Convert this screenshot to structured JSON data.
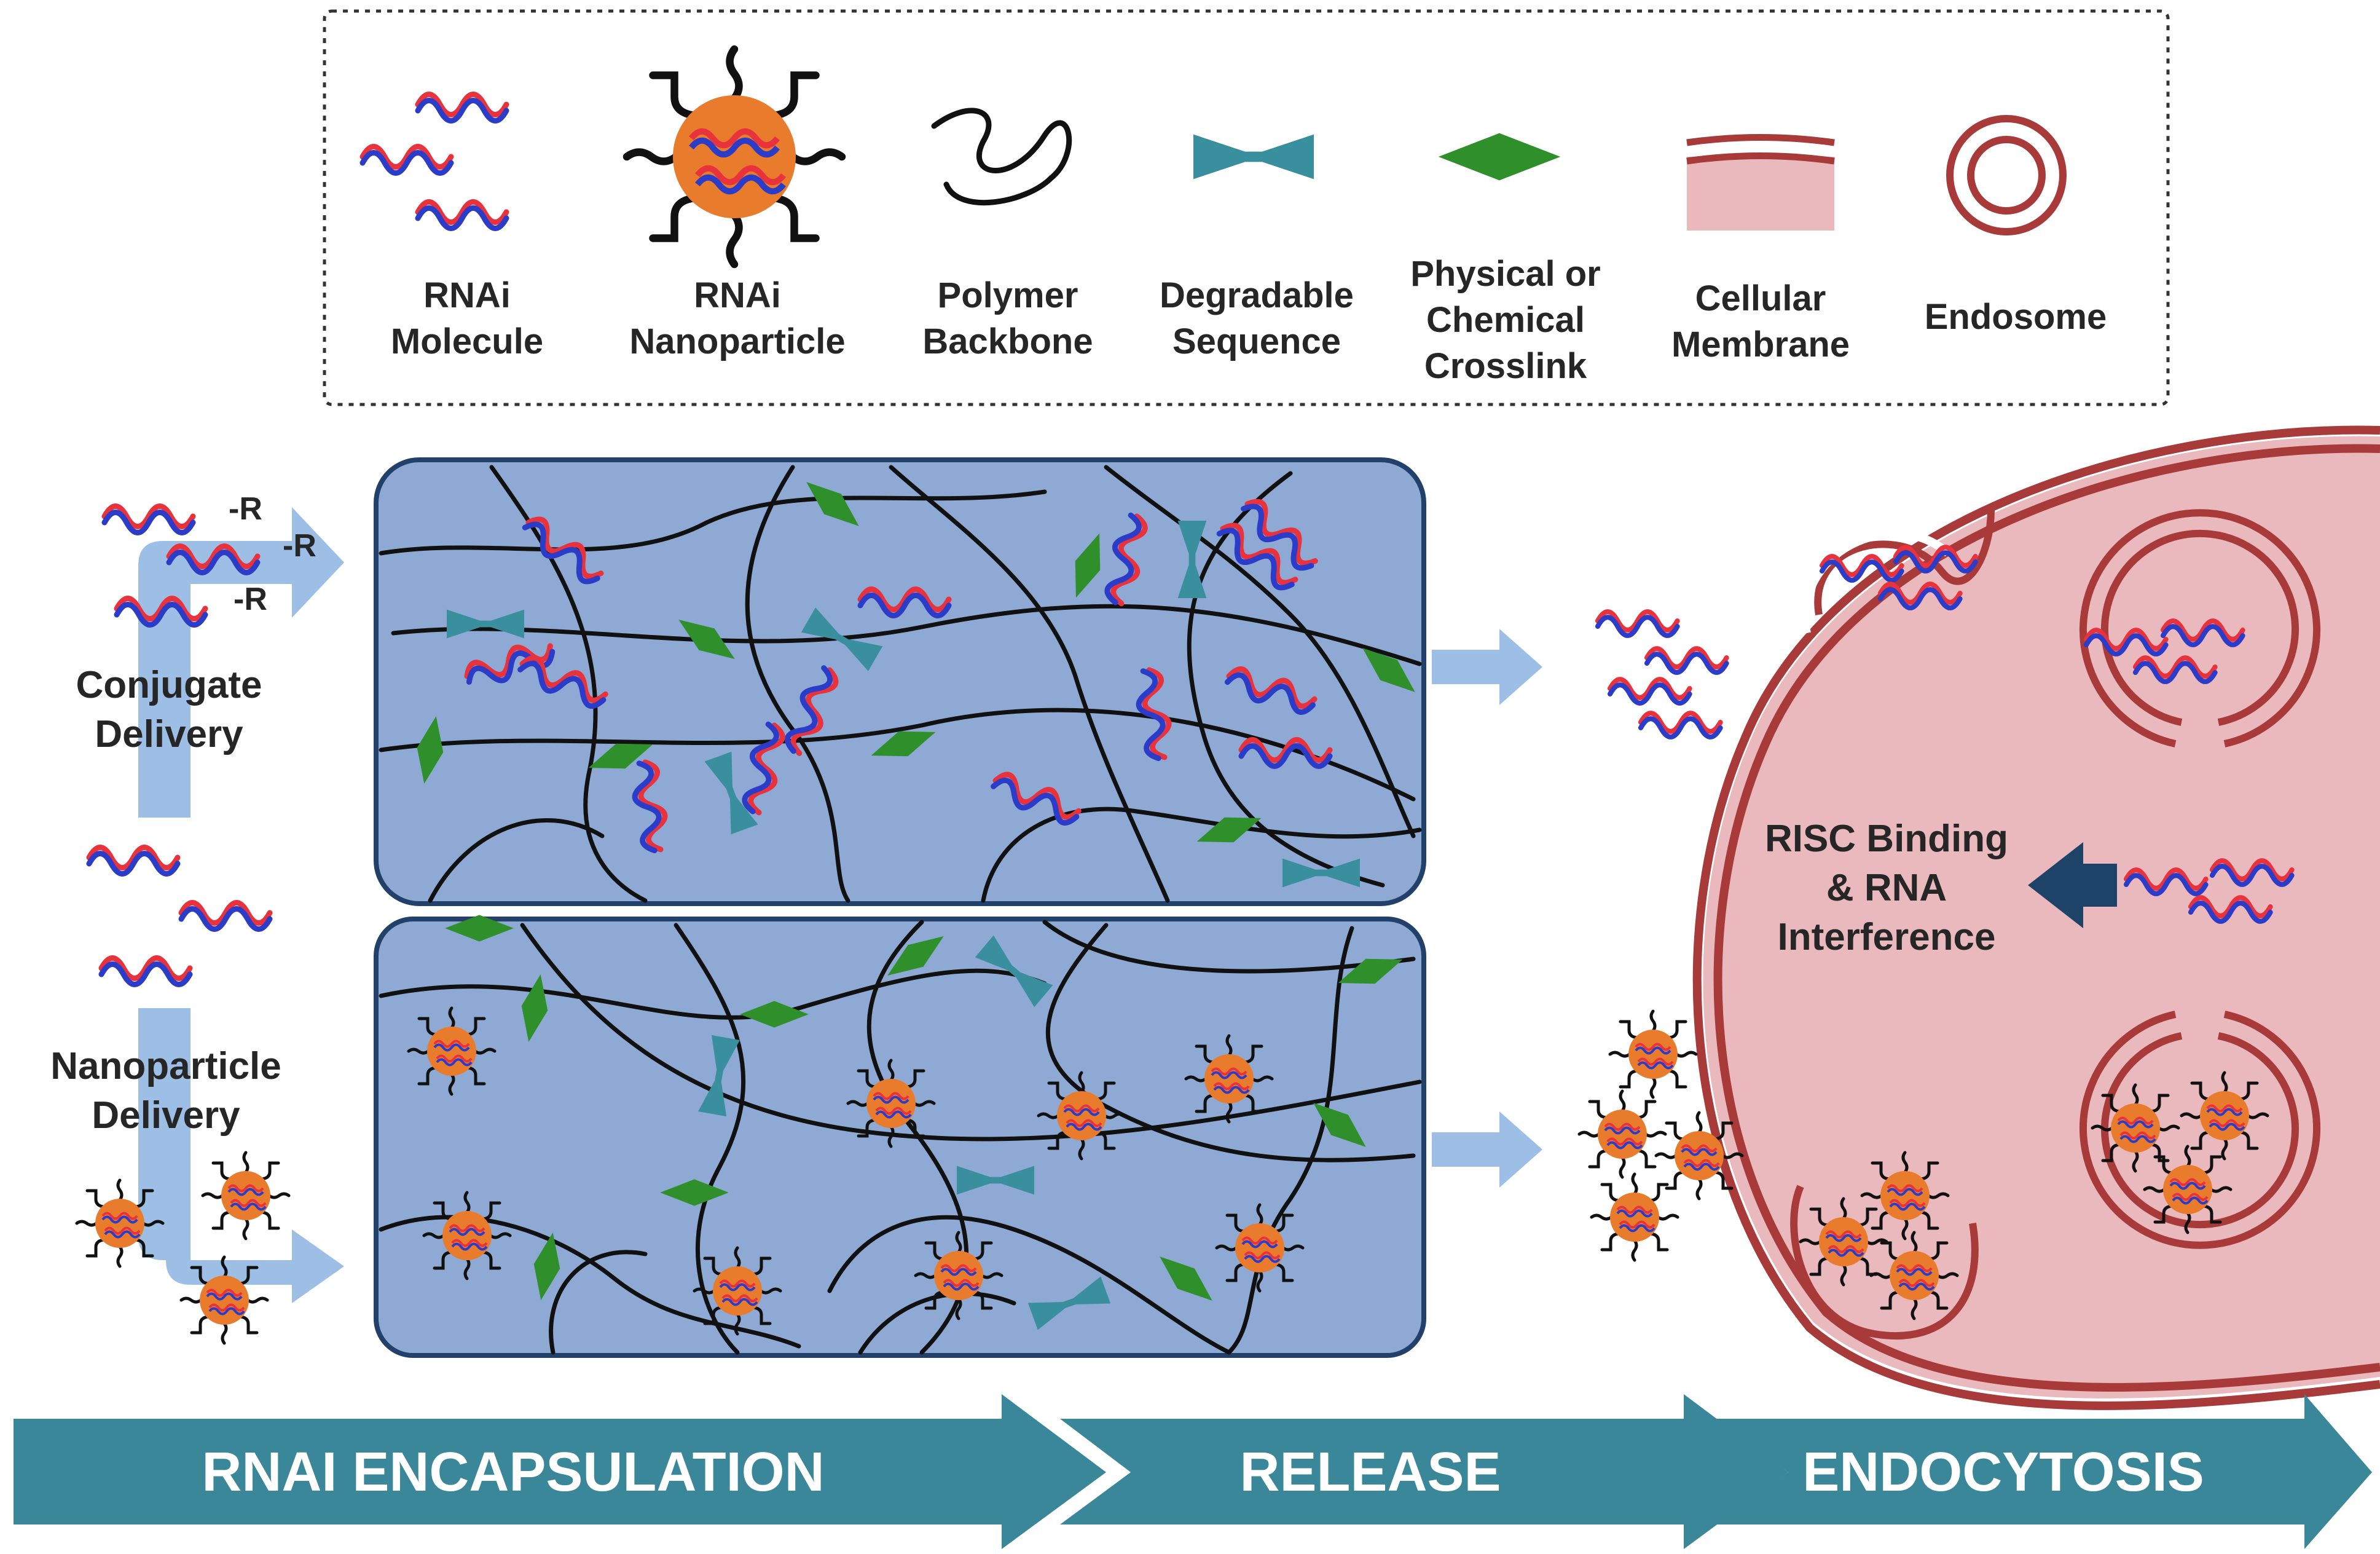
{
  "legend": {
    "items": [
      {
        "label_line1": "RNAi",
        "label_line2": "Molecule"
      },
      {
        "label_line1": "RNAi",
        "label_line2": "Nanoparticle"
      },
      {
        "label_line1": "Polymer",
        "label_line2": "Backbone"
      },
      {
        "label_line1": "Degradable",
        "label_line2": "Sequence"
      },
      {
        "label_line1": "Physical or",
        "label_line2": "Chemical",
        "label_line3": "Crosslink"
      },
      {
        "label_line1": "Cellular",
        "label_line2": "Membrane"
      },
      {
        "label_line1": "Endosome"
      }
    ]
  },
  "left": {
    "conjugate_r": "-R",
    "conjugate_line1": "Conjugate",
    "conjugate_line2": "Delivery",
    "nano_line1": "Nanoparticle",
    "nano_line2": "Delivery"
  },
  "cell": {
    "risc_line1": "RISC Binding",
    "risc_line2": "& RNA",
    "risc_line3": "Interference"
  },
  "stages": [
    "RNAI ENCAPSULATION",
    "RELEASE",
    "ENDOCYTOSIS"
  ],
  "colors": {
    "rna_strand_a": "#e8323c",
    "rna_strand_b": "#2b3cc8",
    "nanoparticle": "#e97b2c",
    "hydrogel": "#8eaad4",
    "hydrogel_border": "#21406a",
    "degradable": "#3a8f9e",
    "crosslink": "#2f8f2a",
    "membrane": "#a83a3a",
    "cytoplasm": "#eab9bd",
    "release_arrow": "#9dbfe6",
    "risc_arrow": "#1d4468",
    "stage_arrow": "#3a8799"
  }
}
